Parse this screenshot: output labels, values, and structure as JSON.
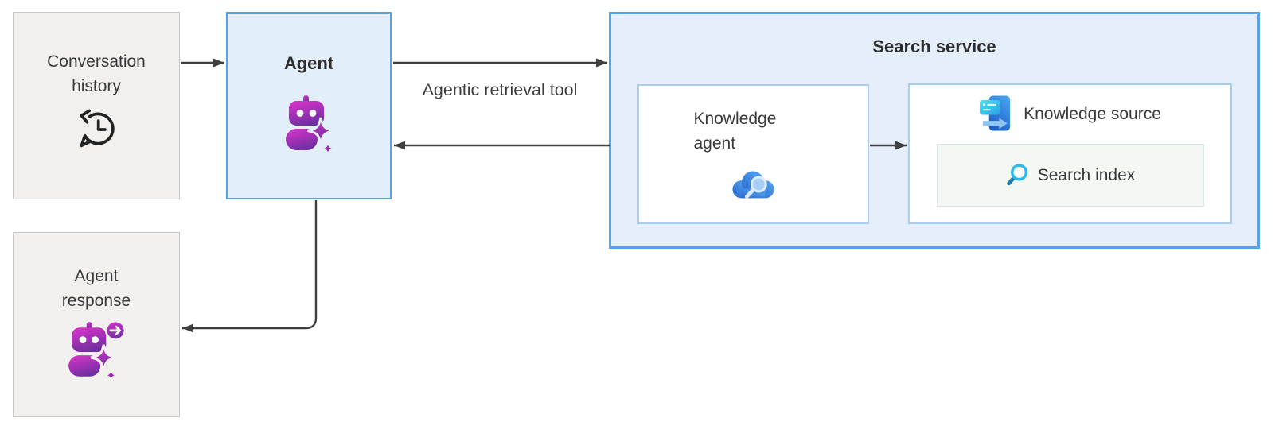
{
  "nodes": {
    "conversation_history": {
      "label": "Conversation history",
      "icon": "history-chat-icon"
    },
    "agent": {
      "label": "Agent",
      "icon": "copilot-agent-icon"
    },
    "search_service": {
      "label": "Search service"
    },
    "knowledge_agent": {
      "label": "Knowledge agent",
      "icon": "search-cloud-icon"
    },
    "knowledge_source": {
      "label": "Knowledge source",
      "icon": "knowledge-source-icon"
    },
    "search_index": {
      "label": "Search index",
      "icon": "search-magnifier-icon"
    },
    "agent_response": {
      "label": "Agent response",
      "icon": "copilot-send-icon"
    }
  },
  "edges": {
    "agent_to_search_label": "Agentic retrieval tool"
  },
  "colors": {
    "neutral_box_bg": "#f2f0ee",
    "neutral_box_border": "#c9c6c3",
    "blue_box_bg": "#e3eefb",
    "blue_box_border": "#57a3e9",
    "inner_box_border": "#a9cdee",
    "index_box_bg": "#f3f8f5",
    "index_box_border": "#d8e8e0",
    "arrow": "#3f3f3f",
    "text": "#3a3a3a",
    "robot_gradient_start": "#d733c9",
    "robot_gradient_end": "#6c2f9f",
    "cloud_gradient_start": "#2a6ad0",
    "cloud_gradient_end": "#55a5ee",
    "source_rect_gradient_start": "#48a2ee",
    "source_rect_gradient_end": "#1b5bc8",
    "source_card_gradient_start": "#53e0f8",
    "source_card_gradient_end": "#23a4e2",
    "magnifier_ring": "#2ab9e8",
    "magnifier_handle": "#1f7fa8"
  }
}
